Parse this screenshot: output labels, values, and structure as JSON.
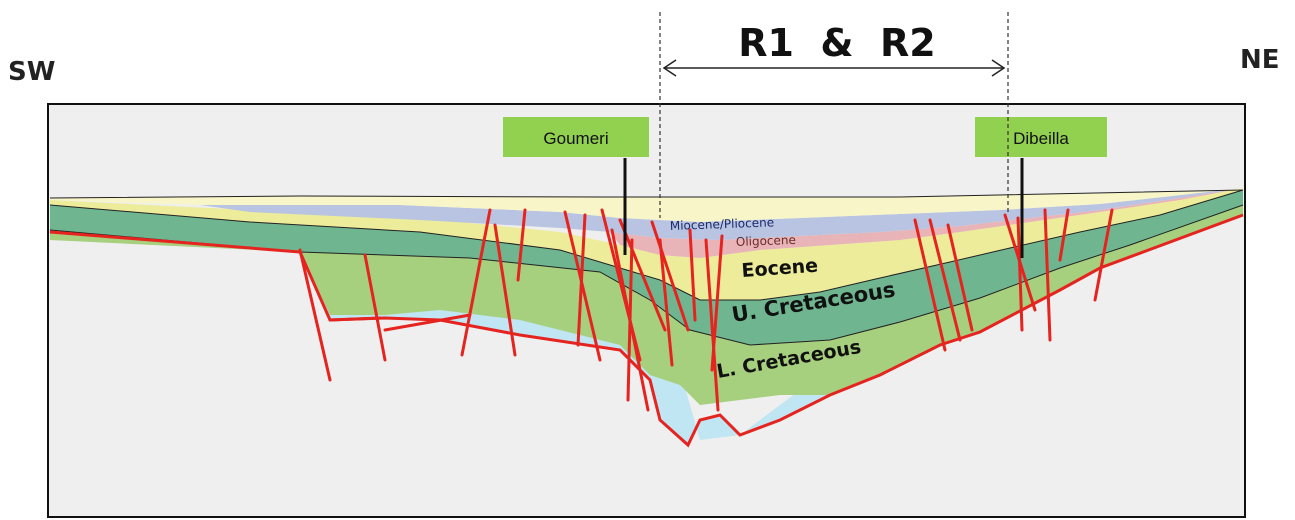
{
  "orientation": {
    "left": "SW",
    "right": "NE"
  },
  "range_label": "R1  &  R2",
  "wells": [
    {
      "name": "Goumeri"
    },
    {
      "name": "Dibeilla"
    }
  ],
  "layers": [
    {
      "name": "Miocene/Pliocene",
      "color": "#b9c4e2"
    },
    {
      "name": "Oligocene",
      "color": "#e8b4b8"
    },
    {
      "name": "Eocene",
      "color": "#ecec9a"
    },
    {
      "name": "U. Cretaceous",
      "color": "#6fb590"
    },
    {
      "name": "L. Cretaceous",
      "color": "#a6cf7e"
    }
  ],
  "colors": {
    "fault": "#e52420",
    "well_box": "#92d050",
    "basement": "#bfe6f2",
    "background": "#efefef",
    "top_layer": "#f8f5c8"
  }
}
